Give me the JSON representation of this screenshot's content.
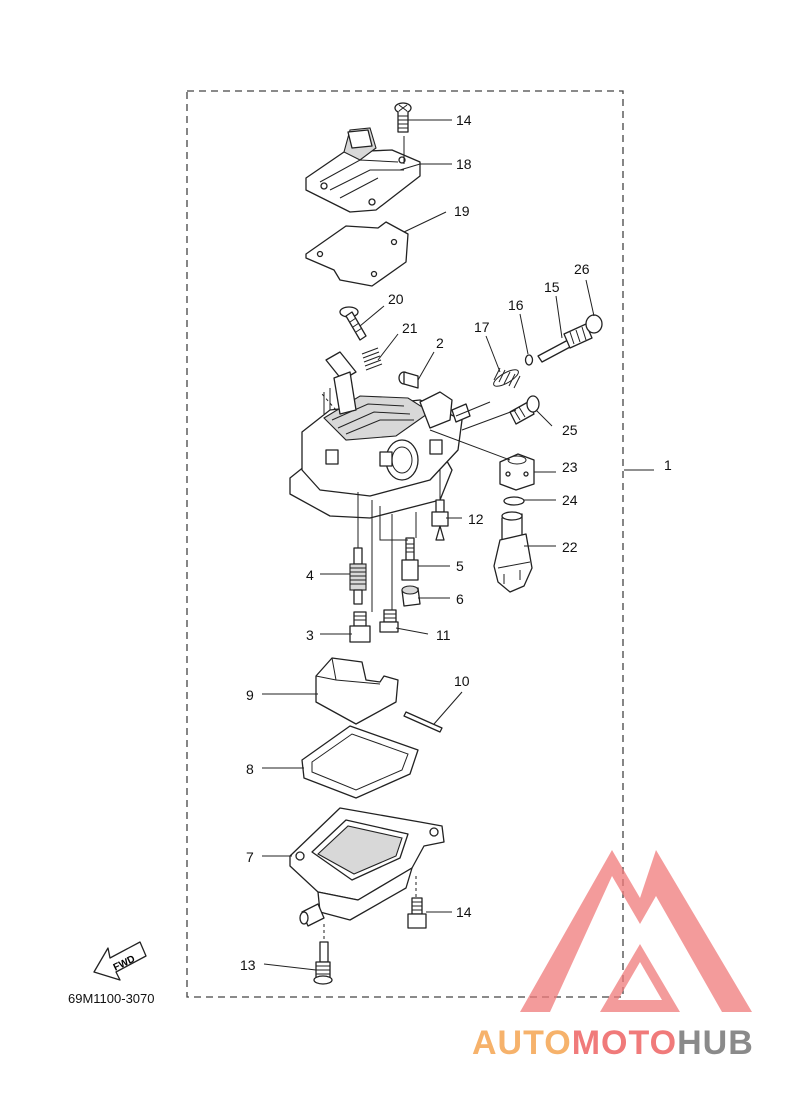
{
  "diagram": {
    "code": "69M1100-3070",
    "fwd_label": "FWD",
    "colors": {
      "line": "#222222",
      "frame": "#444444",
      "watermark_red": "#f07a7a",
      "watermark_orange": "#f6b26b",
      "watermark_gray": "#8a8a8a"
    },
    "callouts": [
      {
        "id": "c1",
        "label": "1"
      },
      {
        "id": "c2",
        "label": "2"
      },
      {
        "id": "c3",
        "label": "3"
      },
      {
        "id": "c4",
        "label": "4"
      },
      {
        "id": "c5",
        "label": "5"
      },
      {
        "id": "c6",
        "label": "6"
      },
      {
        "id": "c7",
        "label": "7"
      },
      {
        "id": "c8",
        "label": "8"
      },
      {
        "id": "c9",
        "label": "9"
      },
      {
        "id": "c10",
        "label": "10"
      },
      {
        "id": "c11",
        "label": "11"
      },
      {
        "id": "c12",
        "label": "12"
      },
      {
        "id": "c13",
        "label": "13"
      },
      {
        "id": "c14a",
        "label": "14"
      },
      {
        "id": "c14b",
        "label": "14"
      },
      {
        "id": "c15",
        "label": "15"
      },
      {
        "id": "c16",
        "label": "16"
      },
      {
        "id": "c17",
        "label": "17"
      },
      {
        "id": "c18",
        "label": "18"
      },
      {
        "id": "c19",
        "label": "19"
      },
      {
        "id": "c20",
        "label": "20"
      },
      {
        "id": "c21",
        "label": "21"
      },
      {
        "id": "c22",
        "label": "22"
      },
      {
        "id": "c23",
        "label": "23"
      },
      {
        "id": "c24",
        "label": "24"
      },
      {
        "id": "c25",
        "label": "25"
      },
      {
        "id": "c26",
        "label": "26"
      }
    ]
  },
  "watermark": {
    "part1": "AUTO",
    "part2": "MOTO",
    "part3": "HUB"
  }
}
